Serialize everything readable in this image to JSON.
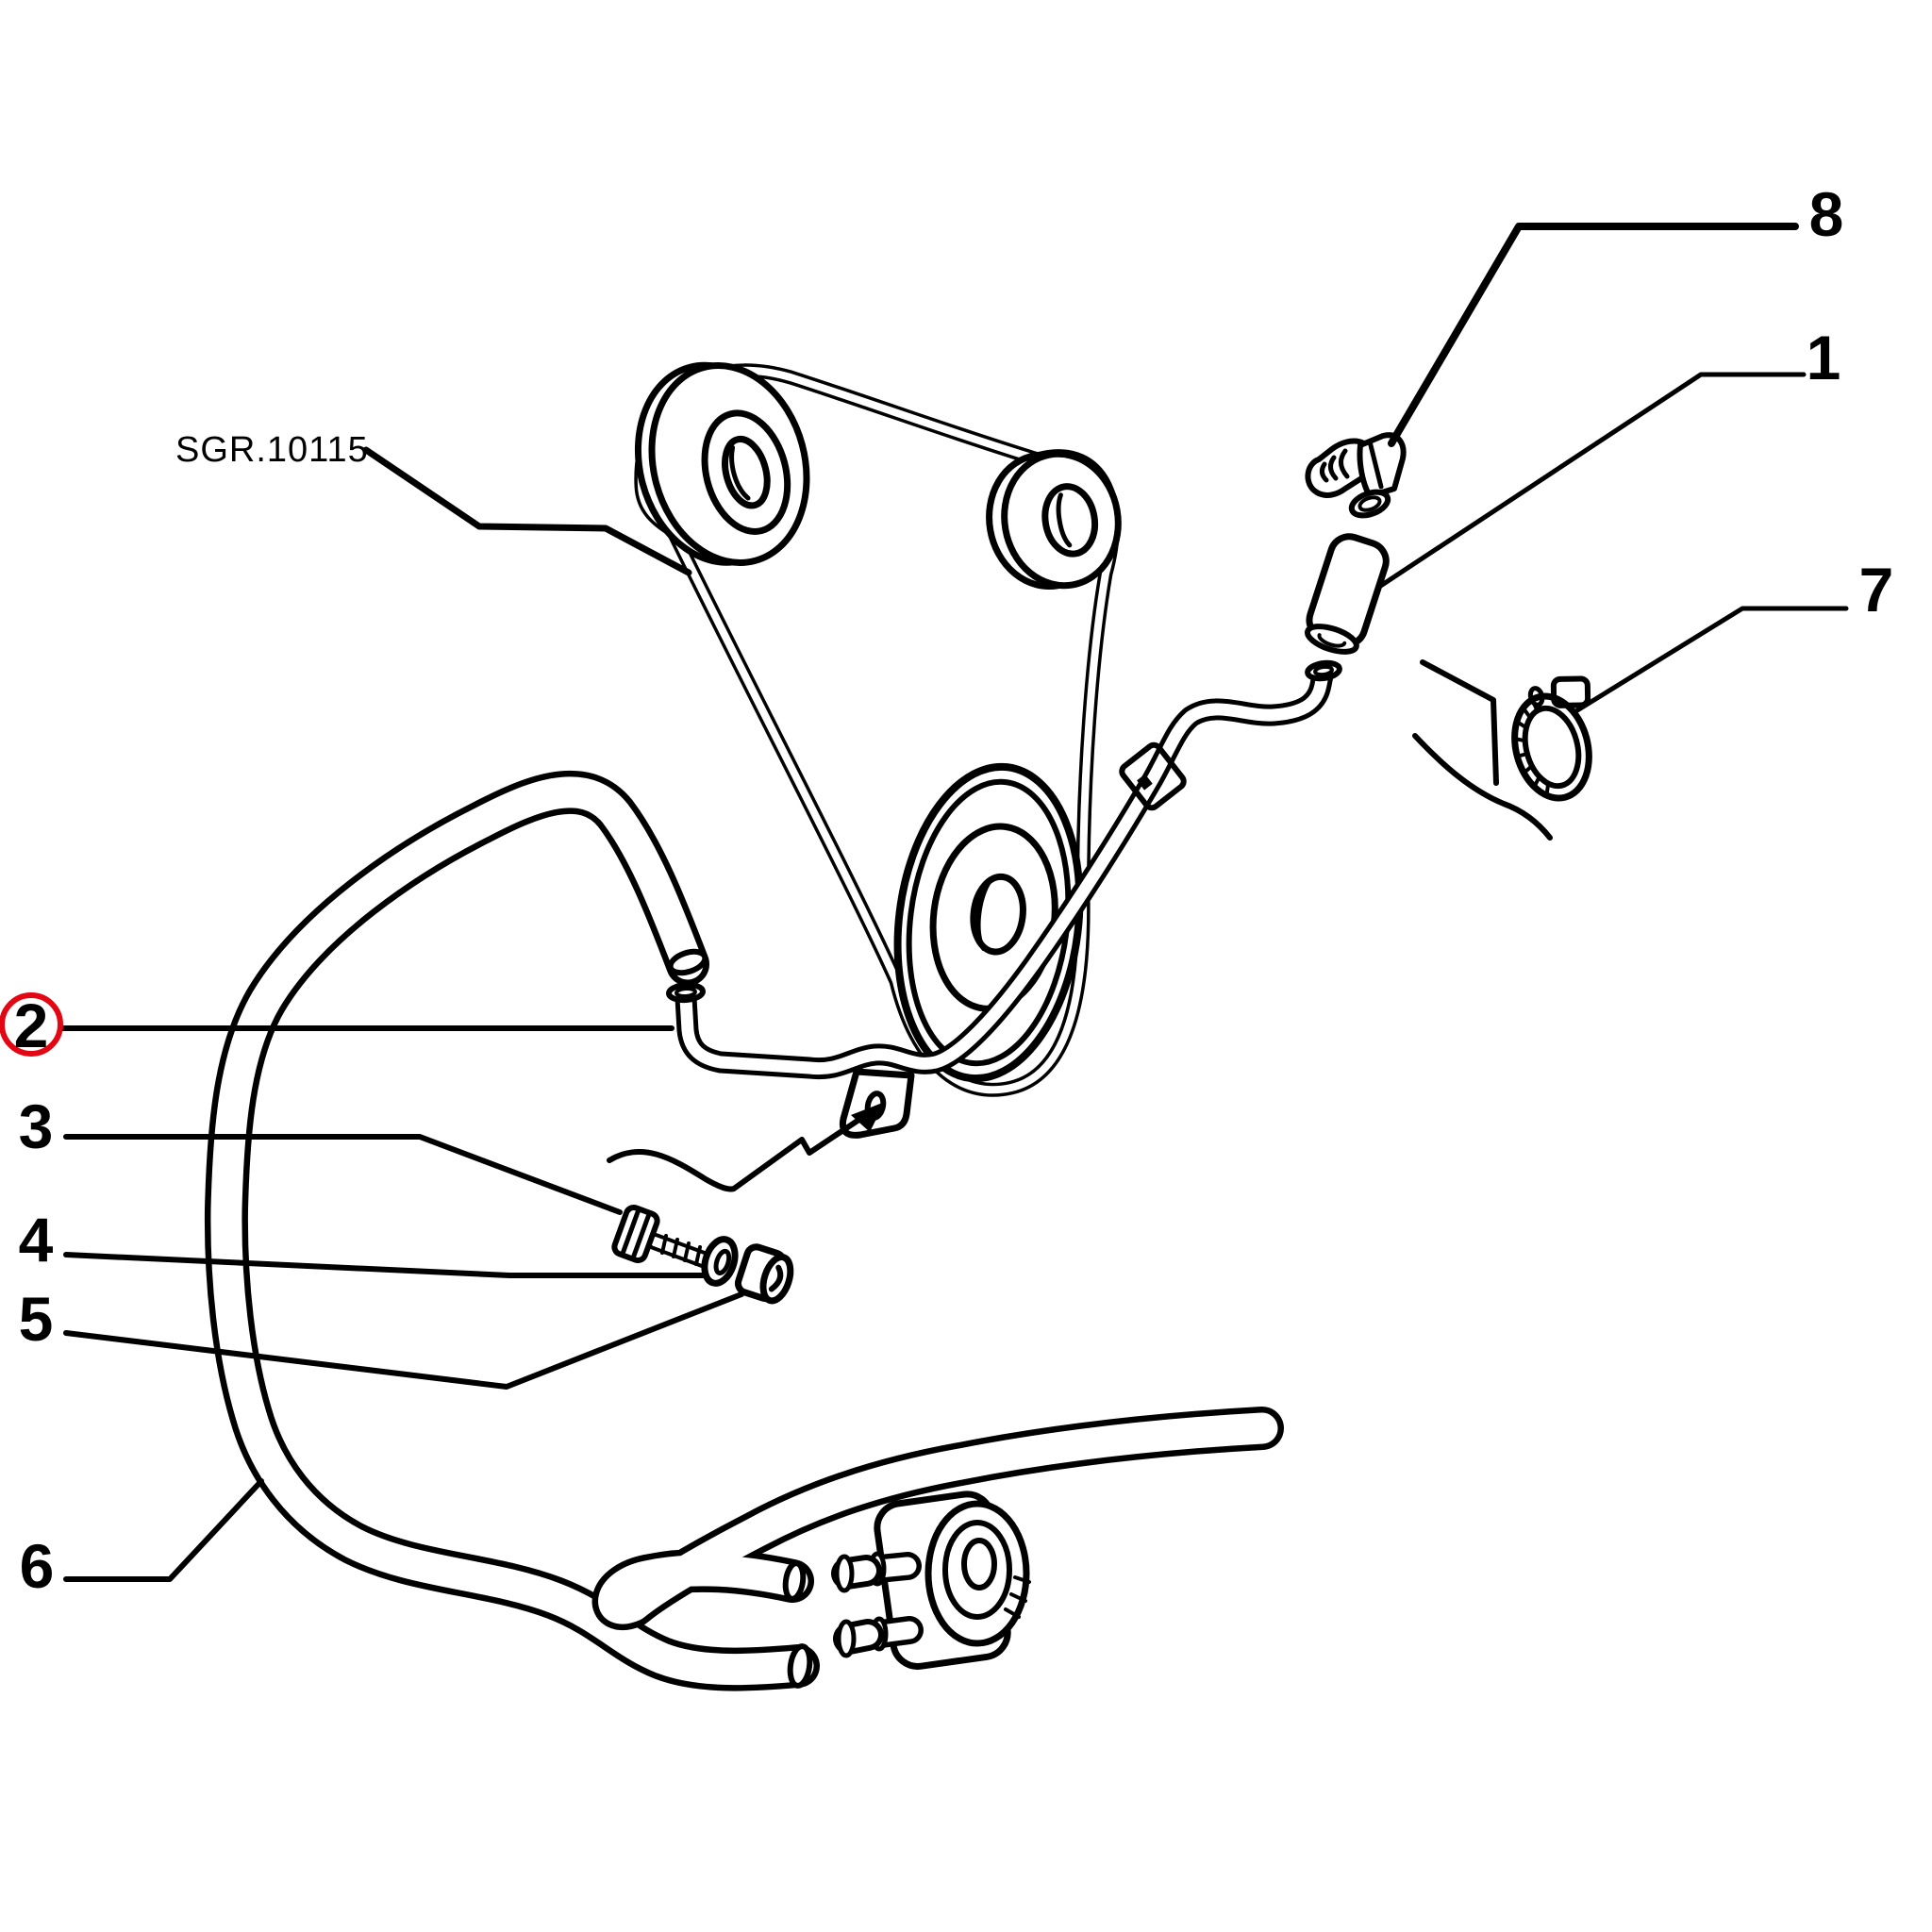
{
  "diagram": {
    "background_color": "#ffffff",
    "line_color": "#000000",
    "reference_label": "SGR.10115",
    "selected_callout": "2",
    "selected_ring_color": "#e30613",
    "callouts": [
      {
        "label": "1",
        "selected": false
      },
      {
        "label": "2",
        "selected": true
      },
      {
        "label": "3",
        "selected": false
      },
      {
        "label": "4",
        "selected": false
      },
      {
        "label": "5",
        "selected": false
      },
      {
        "label": "6",
        "selected": false
      },
      {
        "label": "7",
        "selected": false
      },
      {
        "label": "8",
        "selected": false
      }
    ]
  }
}
